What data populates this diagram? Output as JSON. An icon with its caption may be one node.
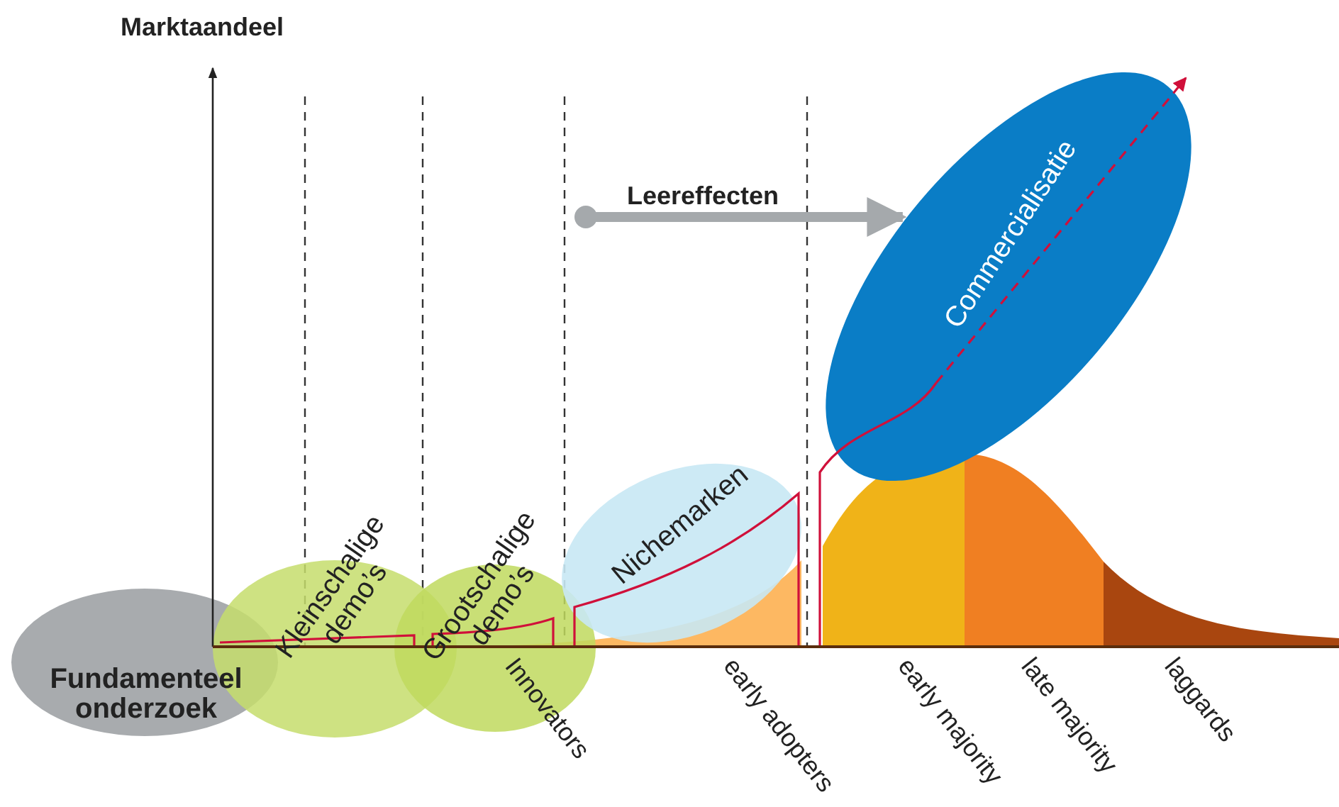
{
  "diagram": {
    "nodes": [
      {
        "text": [
          "Fundamenteel onderzoek"
        ]
      },
      {
        "text": [
          "Kleinschalige demo’s"
        ]
      },
      {
        "text": [
          "Grootschalige demo’s"
        ]
      },
      {
        "text": [
          "Nichemarken"
        ]
      },
      {
        "text": [
          "Commercialisatie"
        ]
      }
    ],
    "edges": [
      {
        "from": null,
        "to": 4,
        "arrow": "to",
        "label": "Leereffecten"
      }
    ],
    "labels": [
      "Marktaandeel",
      "Innovators",
      "early adopters",
      "early majority",
      "late majority",
      "laggards"
    ]
  }
}
